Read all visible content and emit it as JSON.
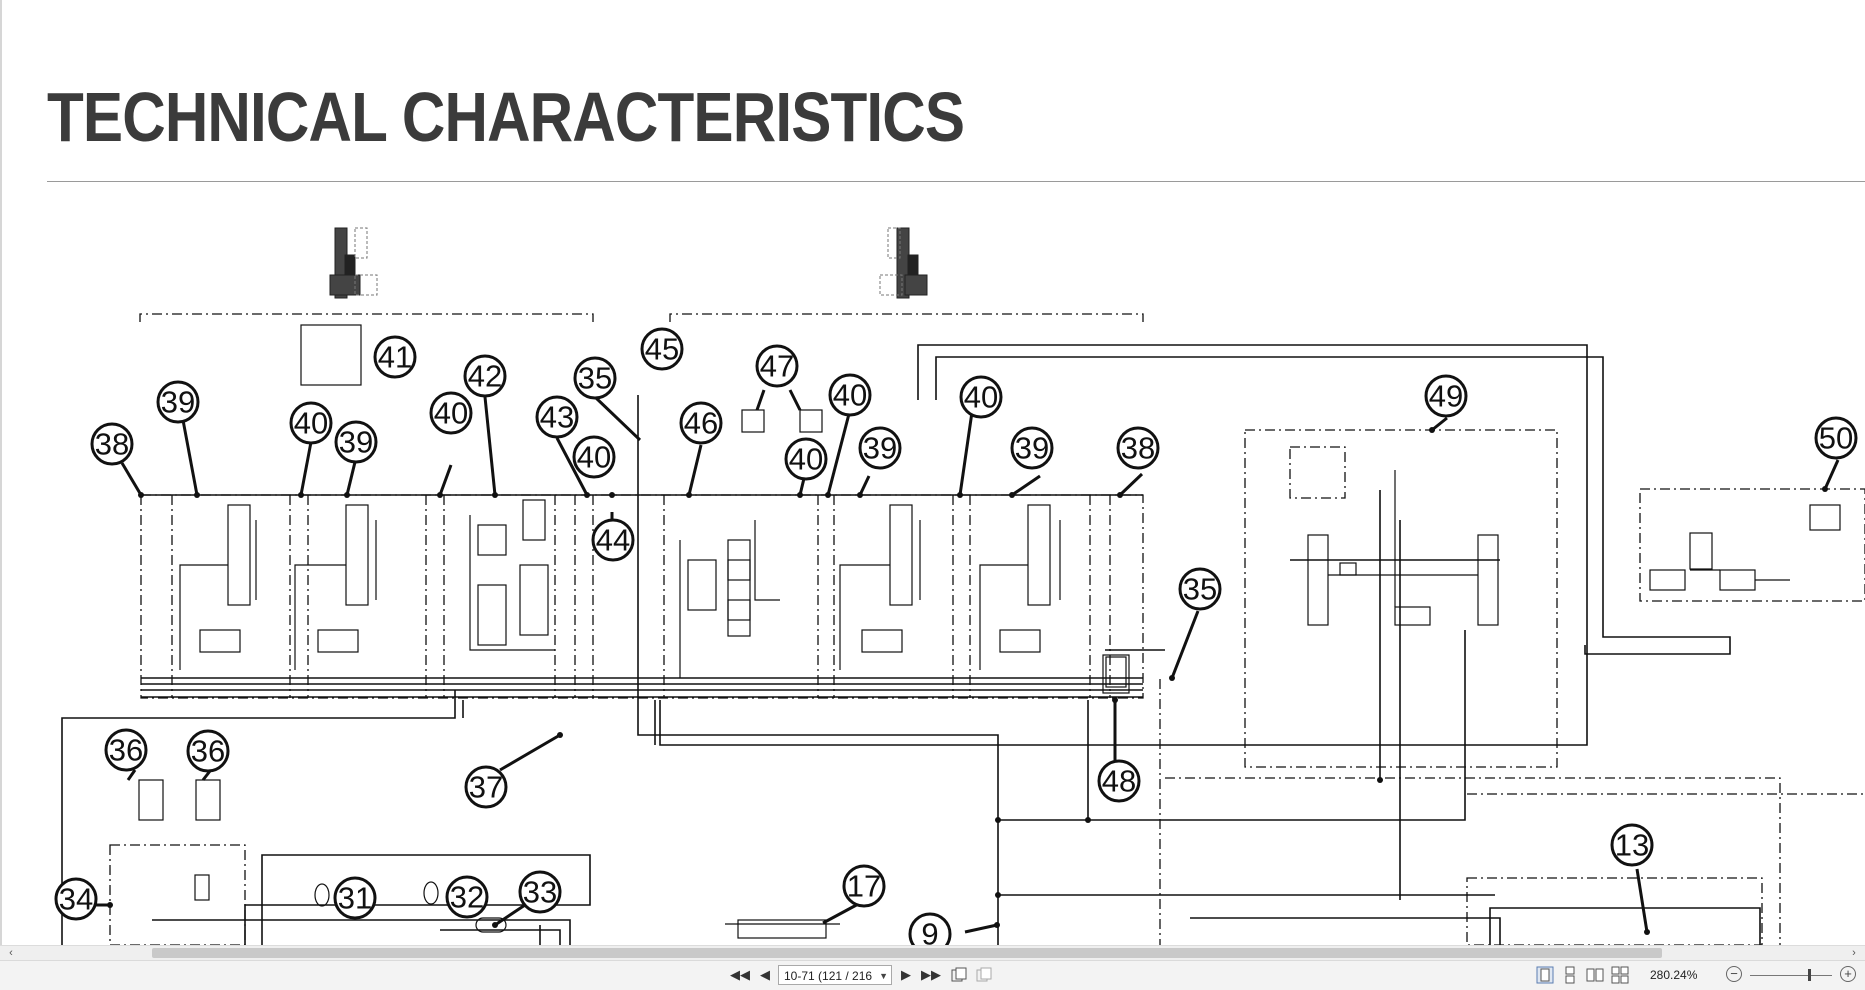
{
  "document": {
    "title": "TECHNICAL CHARACTERISTICS"
  },
  "callouts": [
    {
      "id": "38",
      "label": "38"
    },
    {
      "id": "39",
      "label": "39"
    },
    {
      "id": "40",
      "label": "40"
    },
    {
      "id": "39b",
      "label": "39"
    },
    {
      "id": "40b",
      "label": "40"
    },
    {
      "id": "41",
      "label": "41"
    },
    {
      "id": "42",
      "label": "42"
    },
    {
      "id": "43",
      "label": "43"
    },
    {
      "id": "40c",
      "label": "40"
    },
    {
      "id": "35",
      "label": "35"
    },
    {
      "id": "44",
      "label": "44"
    },
    {
      "id": "45",
      "label": "45"
    },
    {
      "id": "46",
      "label": "46"
    },
    {
      "id": "47",
      "label": "47"
    },
    {
      "id": "40d",
      "label": "40"
    },
    {
      "id": "40e",
      "label": "40"
    },
    {
      "id": "39c",
      "label": "39"
    },
    {
      "id": "40f",
      "label": "40"
    },
    {
      "id": "39d",
      "label": "39"
    },
    {
      "id": "38b",
      "label": "38"
    },
    {
      "id": "49",
      "label": "49"
    },
    {
      "id": "50",
      "label": "50"
    },
    {
      "id": "35b",
      "label": "35"
    },
    {
      "id": "48",
      "label": "48"
    },
    {
      "id": "36",
      "label": "36"
    },
    {
      "id": "36b",
      "label": "36"
    },
    {
      "id": "37",
      "label": "37"
    },
    {
      "id": "34",
      "label": "34"
    },
    {
      "id": "31",
      "label": "31"
    },
    {
      "id": "32",
      "label": "32"
    },
    {
      "id": "33",
      "label": "33"
    },
    {
      "id": "17",
      "label": "17"
    },
    {
      "id": "9",
      "label": "9"
    },
    {
      "id": "13",
      "label": "13"
    }
  ],
  "statusbar": {
    "page_display": "10-71 (121 / 216",
    "zoom": "280.24%",
    "icons": {
      "first": "first-page-icon",
      "prev": "previous-page-icon",
      "next": "next-page-icon",
      "last": "last-page-icon"
    }
  },
  "colors": {
    "title": "#3b3b3b",
    "line": "#111111",
    "ui_bar": "#f3f3f3"
  }
}
